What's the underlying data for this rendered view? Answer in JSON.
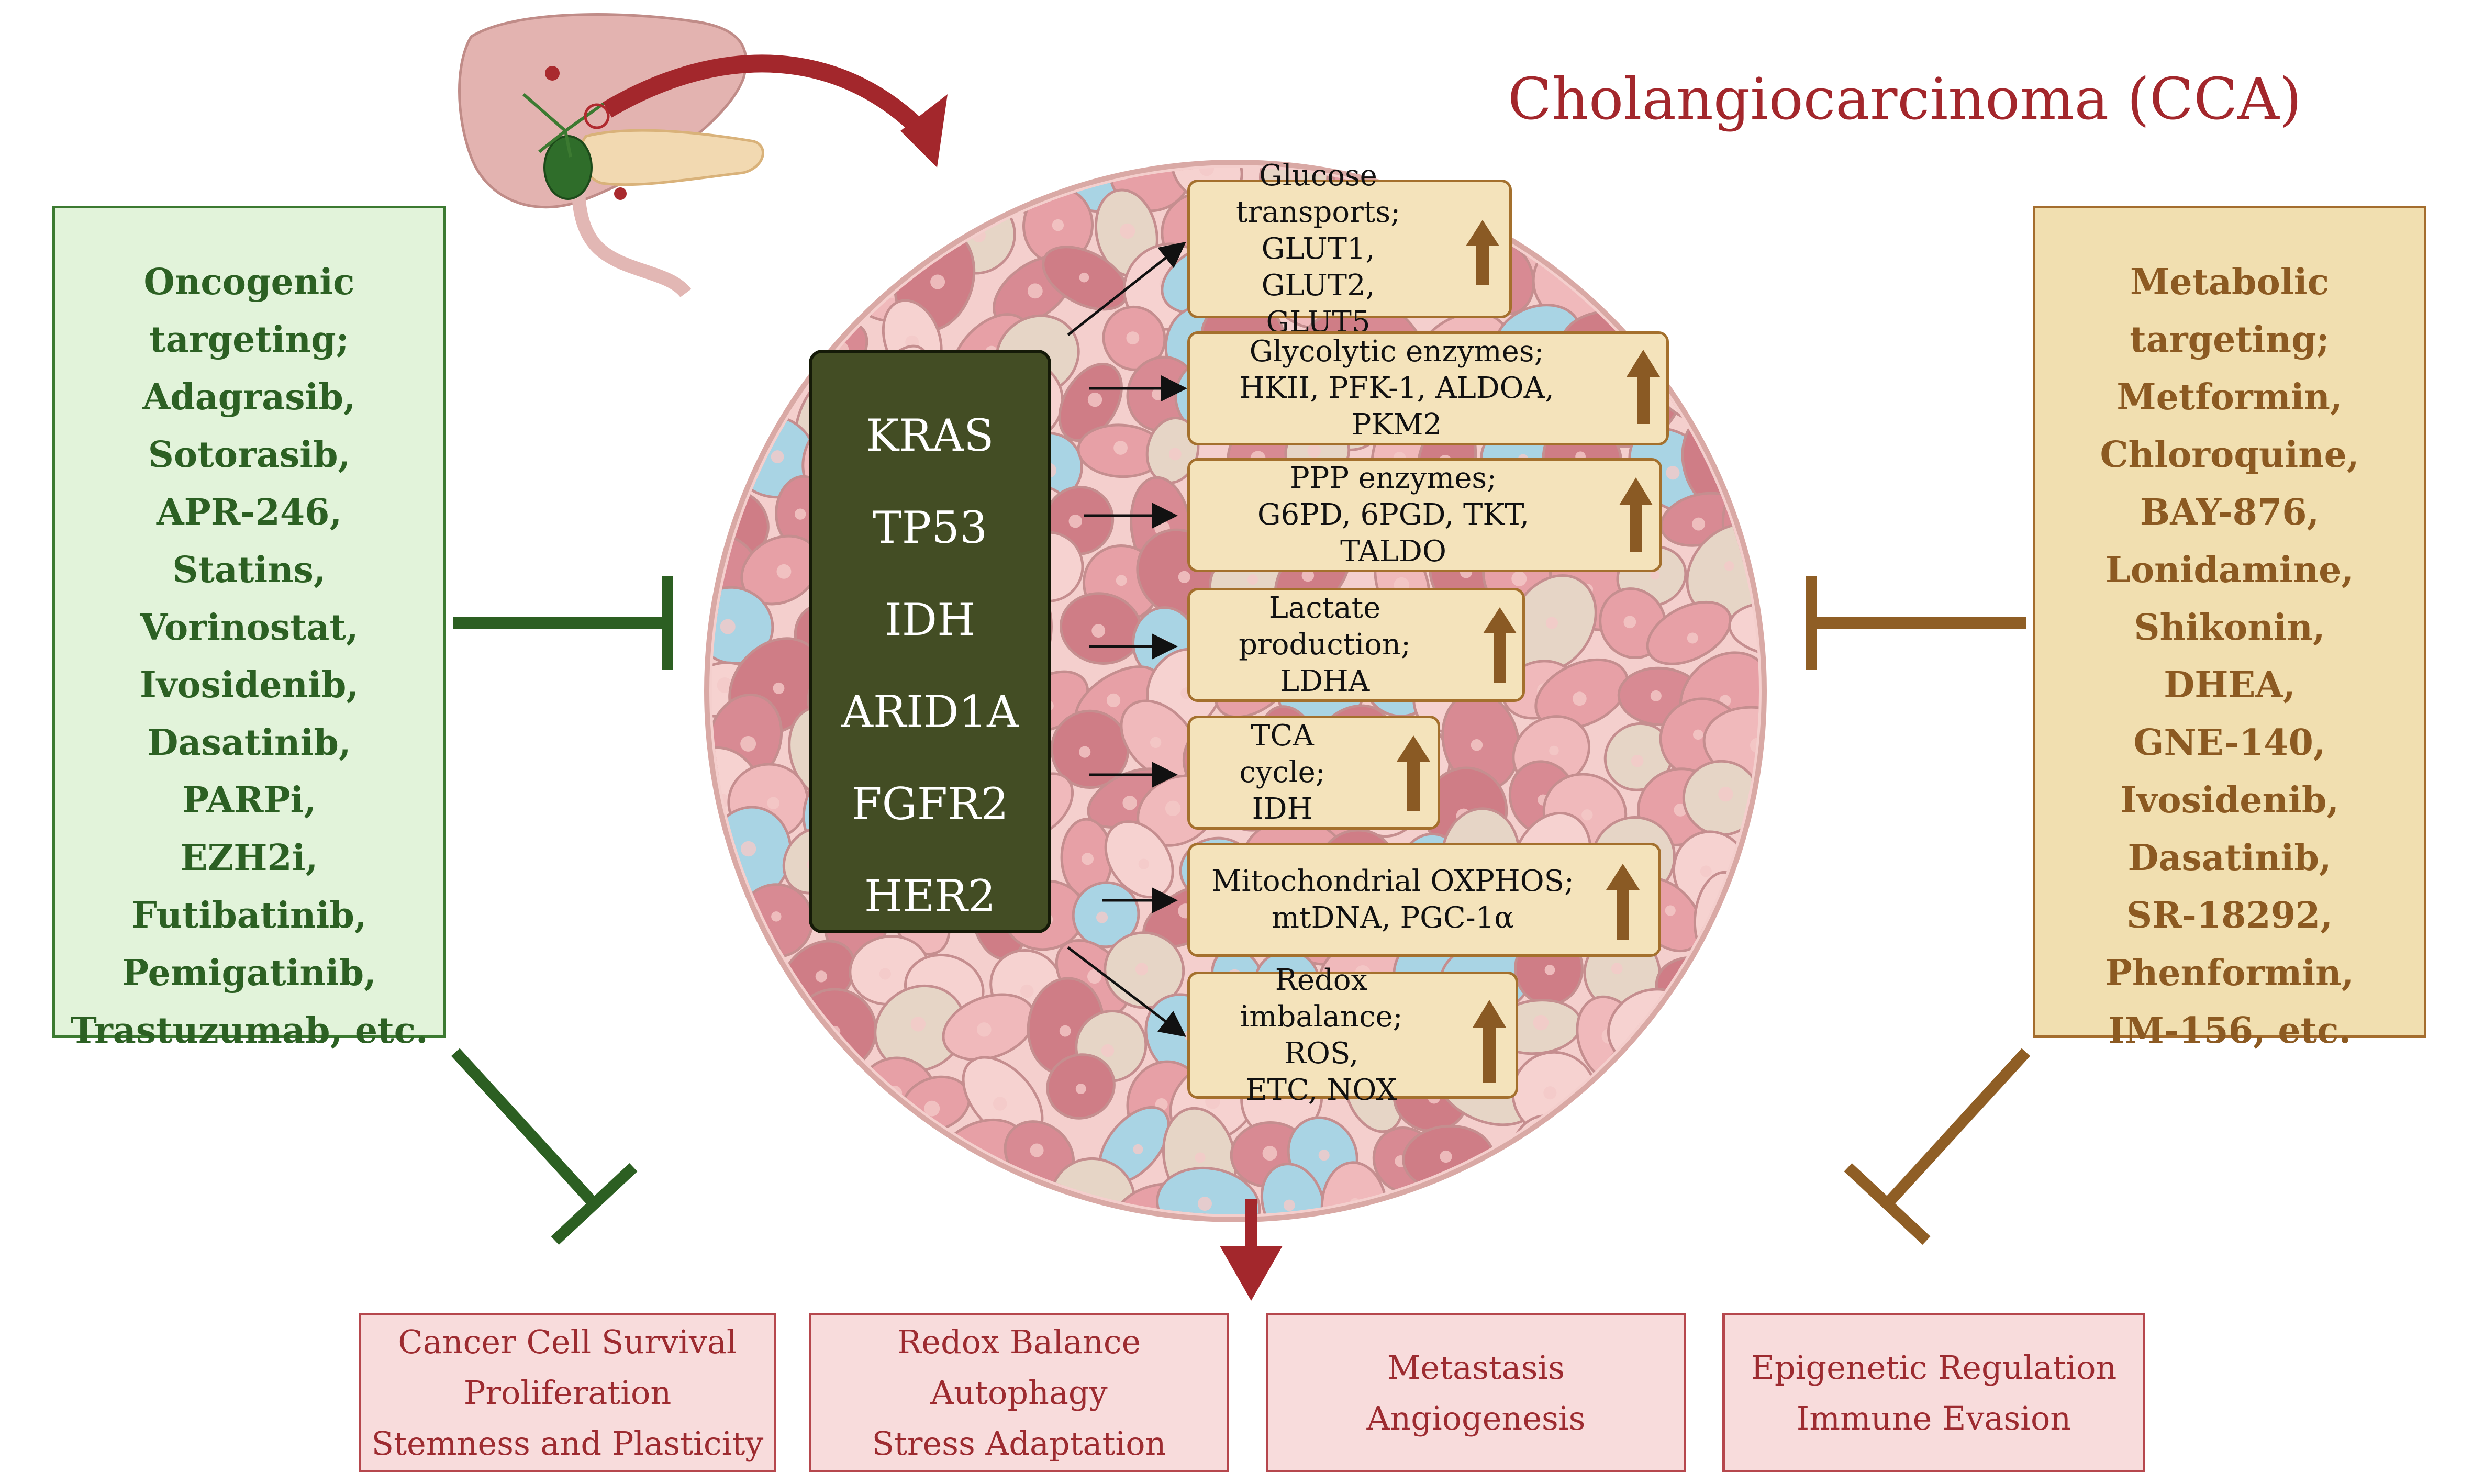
{
  "title": "Cholangiocarcinoma (CCA)",
  "oncogenic_targeting": {
    "heading": "Oncogenic targeting;",
    "items": [
      "Adagrasib,",
      "Sotorasib,",
      "APR-246,",
      "Statins,",
      "Vorinostat,",
      "Ivosidenib,",
      "Dasatinib,",
      "PARPi,",
      "EZH2i,",
      "Futibatinib,",
      "Pemigatinib,",
      "Trastuzumab, etc."
    ]
  },
  "metabolic_targeting": {
    "heading": "Metabolic targeting;",
    "items": [
      "Metformin,",
      "Chloroquine,",
      "BAY-876,",
      "Lonidamine,",
      "Shikonin,",
      "DHEA,",
      "GNE-140,",
      "Ivosidenib,",
      "Dasatinib,",
      "SR-18292,",
      "Phenformin,",
      "IM-156, etc."
    ]
  },
  "genes": [
    "KRAS",
    "TP53",
    "IDH",
    "ARID1A",
    "FGFR2",
    "HER2"
  ],
  "metabolic_changes": [
    {
      "lines": [
        "Glucose transports;",
        "GLUT1,",
        "GLUT2, GLUT5"
      ],
      "trend": "up"
    },
    {
      "lines": [
        "Glycolytic enzymes;",
        "HKII, PFK-1, ALDOA, PKM2"
      ],
      "trend": "up"
    },
    {
      "lines": [
        "PPP enzymes;",
        "G6PD, 6PGD, TKT, TALDO"
      ],
      "trend": "up"
    },
    {
      "lines": [
        "Lactate production;",
        "LDHA"
      ],
      "trend": "up"
    },
    {
      "lines": [
        "TCA cycle;",
        "IDH"
      ],
      "trend": "up"
    },
    {
      "lines": [
        "Mitochondrial OXPHOS;",
        "mtDNA, PGC-1α"
      ],
      "trend": "up"
    },
    {
      "lines": [
        "Redox imbalance;",
        "ROS,",
        "ETC, NOX"
      ],
      "trend": "up"
    }
  ],
  "outcomes": [
    {
      "lines": [
        "Cancer Cell Survival",
        "Proliferation",
        "Stemness and Plasticity"
      ]
    },
    {
      "lines": [
        "Redox Balance",
        "Autophagy",
        "Stress Adaptation"
      ]
    },
    {
      "lines": [
        "Metastasis",
        "Angiogenesis"
      ]
    },
    {
      "lines": [
        "Epigenetic Regulation",
        "Immune Evasion"
      ]
    }
  ],
  "colors": {
    "oncogenic": "#2c6023",
    "metabolic": "#8c5a22",
    "outcome": "#9d2b30",
    "gene_box": "#434d24",
    "arrow_up": "#8a5a24"
  },
  "icons": [
    "liver-gallbladder-pancreas-icon",
    "tumor-spheroid-icon",
    "up-arrow-icon",
    "inhibition-icon"
  ]
}
